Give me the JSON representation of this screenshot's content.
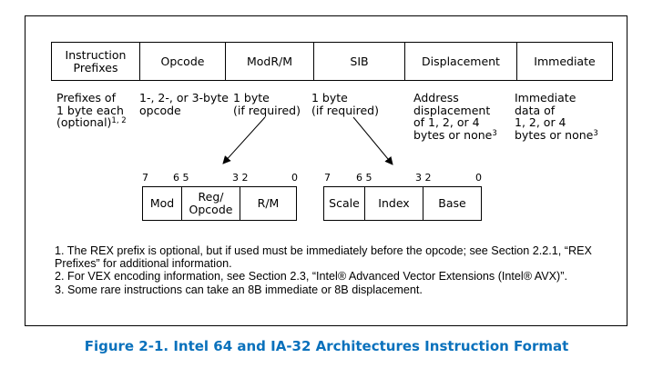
{
  "fields": [
    {
      "label": "Instruction\nPrefixes"
    },
    {
      "label": "Opcode"
    },
    {
      "label": "ModR/M"
    },
    {
      "label": "SIB"
    },
    {
      "label": "Displacement"
    },
    {
      "label": "Immediate"
    }
  ],
  "descriptions": {
    "prefixes": "Prefixes of\n1 byte each\n(optional)",
    "prefixes_sup": "1, 2",
    "opcode": "1-, 2-, or 3-byte\nopcode",
    "modrm": "1 byte\n(if required)",
    "sib": "1 byte\n(if required)",
    "displacement": "Address\ndisplacement\nof 1, 2, or 4\nbytes or none",
    "displacement_sup": "3",
    "immediate": "Immediate\ndata of\n1, 2, or 4\nbytes or none",
    "immediate_sup": "3"
  },
  "modrm_bits": {
    "labels": [
      "7",
      "6 5",
      "3 2",
      "0"
    ],
    "fields": [
      "Mod",
      "Reg/\nOpcode",
      "R/M"
    ]
  },
  "sib_bits": {
    "labels": [
      "7",
      "6 5",
      "3 2",
      "0"
    ],
    "fields": [
      "Scale",
      "Index",
      "Base"
    ]
  },
  "notes": [
    "1. The REX prefix is optional, but if used must be immediately before the opcode; see Section 2.2.1, “REX Prefixes” for additional information.",
    "2. For VEX encoding information, see Section 2.3, “Intel® Advanced Vector Extensions (Intel® AVX)”.",
    "3. Some rare instructions can take an 8B immediate or 8B displacement."
  ],
  "caption": "Figure 2-1.  Intel 64 and IA-32 Architectures Instruction Format",
  "colors": {
    "caption": "#0a71bc"
  }
}
